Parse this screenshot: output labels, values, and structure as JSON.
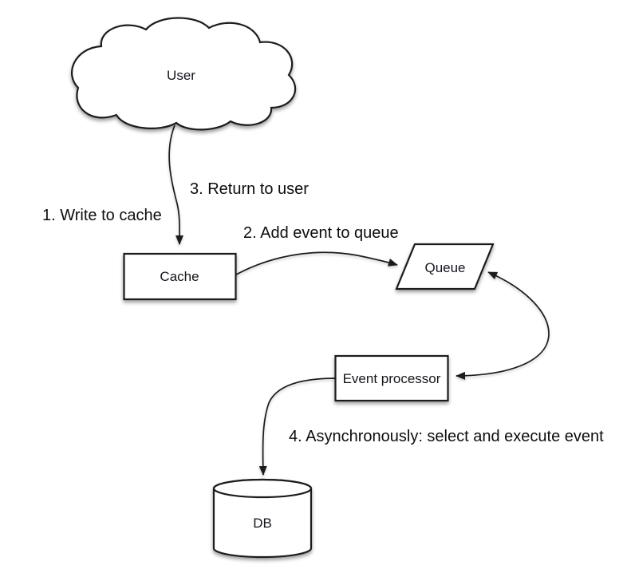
{
  "diagram": {
    "description": "Write-behind cache flow diagram",
    "colors": {
      "background": "#ffffff",
      "stroke": "#1c1c1c",
      "shape_fill": "#ffffff",
      "text": "#111111"
    },
    "nodes": {
      "user": {
        "label": "User",
        "shape": "cloud"
      },
      "cache": {
        "label": "Cache",
        "shape": "rectangle"
      },
      "queue": {
        "label": "Queue",
        "shape": "parallelogram"
      },
      "event_processor": {
        "label": "Event processor",
        "shape": "rectangle"
      },
      "db": {
        "label": "DB",
        "shape": "cylinder"
      }
    },
    "annotations": {
      "step1": "1. Write to cache",
      "step2": "2. Add event to queue",
      "step3": "3. Return to user",
      "step4": "4. Asynchronously: select and execute event"
    },
    "edges": [
      {
        "from": "user",
        "to": "cache",
        "labels": [
          "1. Write to cache",
          "3. Return to user"
        ],
        "bidirectional": false
      },
      {
        "from": "cache",
        "to": "queue",
        "labels": [
          "2. Add event to queue"
        ],
        "bidirectional": false
      },
      {
        "from": "queue",
        "to": "event_processor",
        "labels": [],
        "bidirectional": true
      },
      {
        "from": "event_processor",
        "to": "db",
        "labels": [
          "4. Asynchronously: select and execute event"
        ],
        "bidirectional": false
      }
    ]
  }
}
